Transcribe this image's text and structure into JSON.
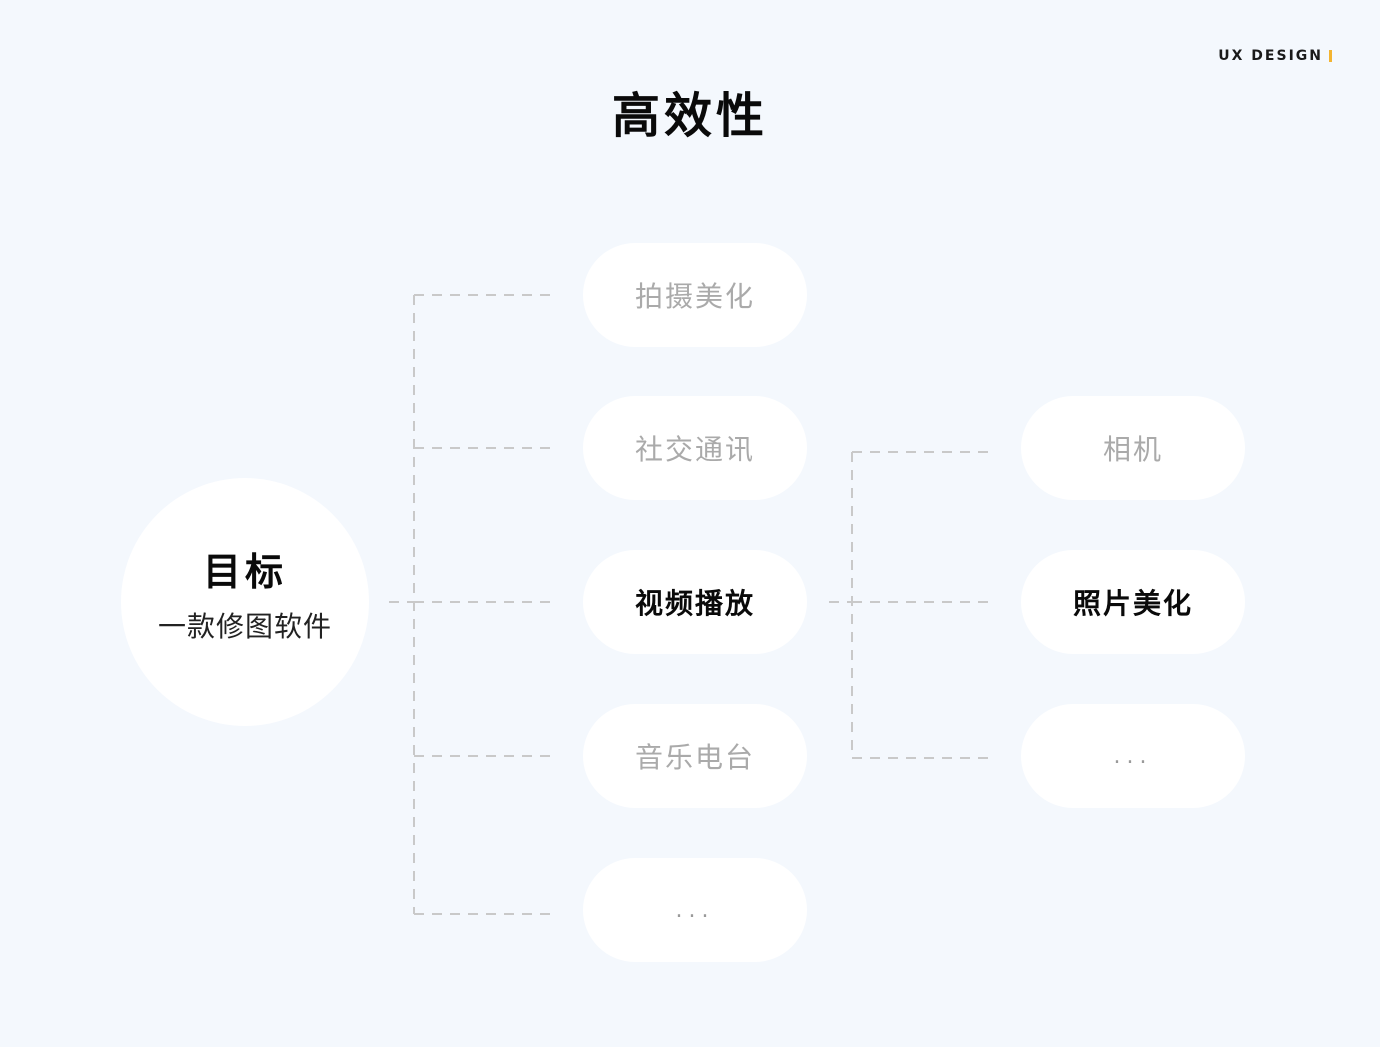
{
  "brand": {
    "label": "UX DESIGN",
    "accent_color": "#f3b431"
  },
  "title": "高效性",
  "root": {
    "title": "目标",
    "subtitle": "一款修图软件"
  },
  "level1": [
    {
      "label": "拍摄美化",
      "active": false
    },
    {
      "label": "社交通讯",
      "active": false
    },
    {
      "label": "视频播放",
      "active": true
    },
    {
      "label": "音乐电台",
      "active": false
    },
    {
      "label": "...",
      "active": false
    }
  ],
  "level2": [
    {
      "label": "相机",
      "active": false
    },
    {
      "label": "照片美化",
      "active": true
    },
    {
      "label": "...",
      "active": false
    }
  ],
  "colors": {
    "background": "#f4f8fd",
    "node": "#ffffff",
    "active_text": "#0a0a0a",
    "inactive_text": "#aaaaaa",
    "connector": "#c9c9c9"
  }
}
